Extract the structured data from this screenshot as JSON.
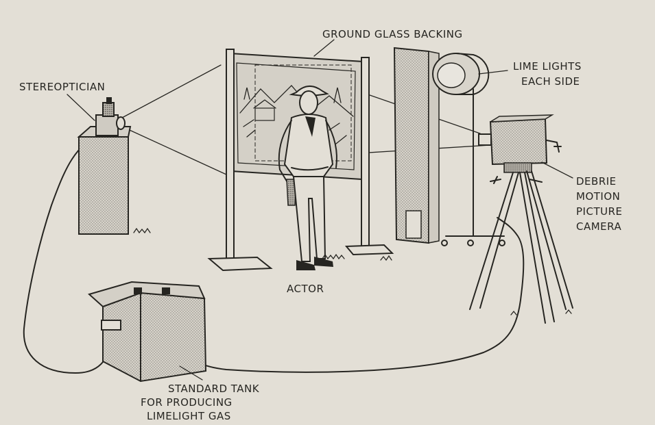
{
  "labels": {
    "ground_glass": "GROUND GLASS BACKING",
    "stereoptician": "STEREOPTICIAN",
    "lime_lights_1": "LIME LIGHTS",
    "lime_lights_2": "EACH SIDE",
    "camera_1": "DEBRIE",
    "camera_2": "MOTION",
    "camera_3": "PICTURE",
    "camera_4": "CAMERA",
    "actor": "ACTOR",
    "tank_1": "STANDARD TANK",
    "tank_2": "FOR PRODUCING",
    "tank_3": "LIMELIGHT GAS"
  },
  "colors": {
    "paper": "#e3dfd6",
    "ink": "#262521",
    "stipple": "#8f8c85"
  }
}
